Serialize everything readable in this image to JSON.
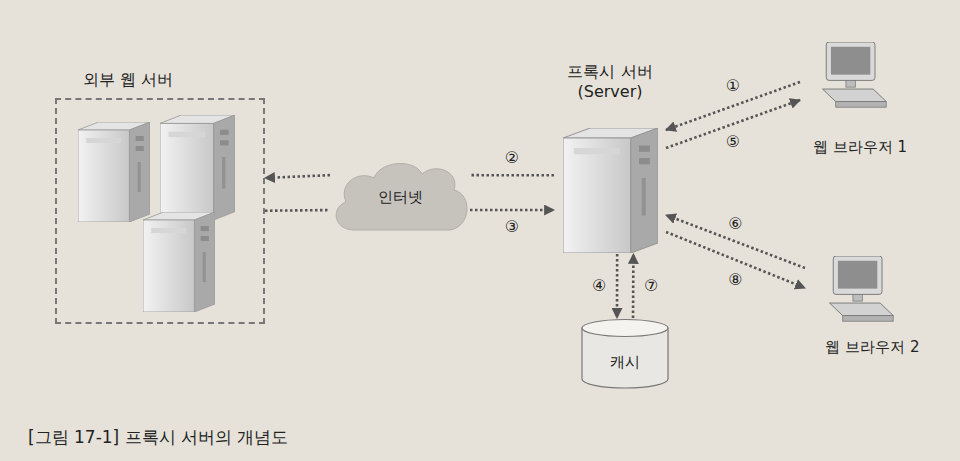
{
  "diagram": {
    "caption": "[그림 17-1] 프록시 서버의 개념도",
    "nodes": [
      {
        "text": [
          "외부 웹 서버"
        ]
      },
      {
        "text": [
          "인터넷"
        ]
      },
      {
        "text": [
          "프록시 서버 (Server)"
        ]
      },
      {
        "text": [
          "웹 브라우저 1"
        ]
      },
      {
        "text": [
          "웹 브라우저 2"
        ]
      },
      {
        "text": [
          "캐시"
        ]
      }
    ],
    "edges": [
      {
        "from": 3,
        "to": 2,
        "arrow": "to",
        "label": "①"
      },
      {
        "from": 2,
        "to": 1,
        "arrow": "none",
        "label": "②"
      },
      {
        "from": 1,
        "to": 0,
        "arrow": "to"
      },
      {
        "from": 0,
        "to": 1,
        "arrow": "none"
      },
      {
        "from": 1,
        "to": 2,
        "arrow": "to",
        "label": "③"
      },
      {
        "from": 2,
        "to": 5,
        "arrow": "to",
        "label": "④"
      },
      {
        "from": 2,
        "to": 3,
        "arrow": "to",
        "label": "⑤"
      },
      {
        "from": 4,
        "to": 2,
        "arrow": "to",
        "label": "⑥"
      },
      {
        "from": 5,
        "to": 2,
        "arrow": "to",
        "label": "⑦"
      },
      {
        "from": 2,
        "to": 4,
        "arrow": "to",
        "label": "⑧"
      }
    ]
  }
}
